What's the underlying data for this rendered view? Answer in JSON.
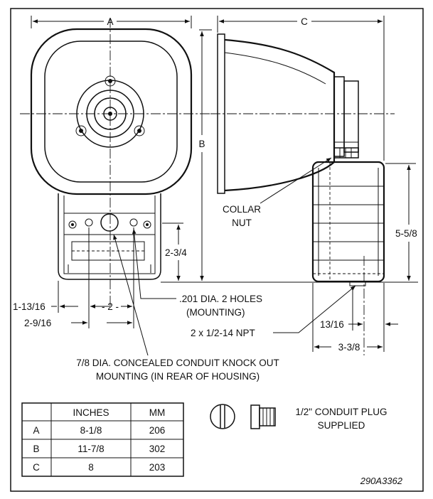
{
  "dimensions": {
    "a": "A",
    "b": "B",
    "c": "C",
    "h_2_3_4": "2-3/4",
    "h_5_5_8": "5-5/8",
    "w_1_13_16": "1-13/16",
    "w_2": "- 2 -",
    "w_2_9_16": "2-9/16",
    "w_13_16": "13/16",
    "w_3_3_8": "3-3/8"
  },
  "callouts": {
    "collar_nut_line1": "COLLAR",
    "collar_nut_line2": "NUT",
    "holes_line1": ".201 DIA. 2 HOLES",
    "holes_line2": "(MOUNTING)",
    "npt": "2 x 1/2-14 NPT",
    "knockout_line1": "7/8 DIA. CONCEALED CONDUIT KNOCK OUT",
    "knockout_line2": "MOUNTING (IN REAR OF HOUSING)"
  },
  "table": {
    "headers": [
      "",
      "INCHES",
      "MM"
    ],
    "rows": [
      {
        "key": "A",
        "inches": "8-1/8",
        "mm": "206"
      },
      {
        "key": "B",
        "inches": "11-7/8",
        "mm": "302"
      },
      {
        "key": "C",
        "inches": "8",
        "mm": "203"
      }
    ]
  },
  "plug_note": {
    "line1": "1/2\" CONDUIT PLUG",
    "line2": "SUPPLIED"
  },
  "drawing_number": "290A3362"
}
